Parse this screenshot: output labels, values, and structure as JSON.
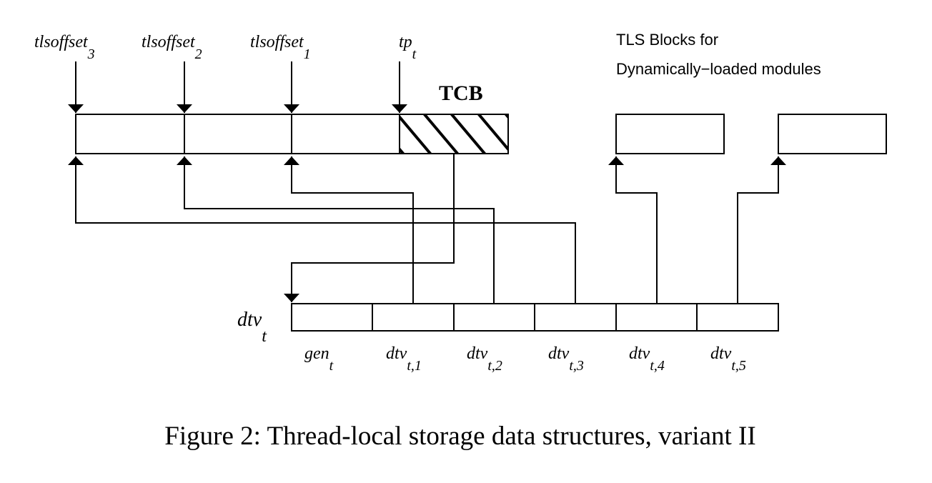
{
  "offsets": [
    {
      "base": "tlsoffset",
      "sub": "3"
    },
    {
      "base": "tlsoffset",
      "sub": "2"
    },
    {
      "base": "tlsoffset",
      "sub": "1"
    }
  ],
  "tp": {
    "base": "tp",
    "sub": "t"
  },
  "tcb_label": "TCB",
  "tls_blocks_label": {
    "line1": "TLS Blocks for",
    "line2": "Dynamically−loaded modules"
  },
  "dtv": {
    "base": "dtv",
    "sub": "t"
  },
  "dtv_entries": [
    {
      "base": "gen",
      "sub": "t"
    },
    {
      "base": "dtv",
      "sub": "t,1"
    },
    {
      "base": "dtv",
      "sub": "t,2"
    },
    {
      "base": "dtv",
      "sub": "t,3"
    },
    {
      "base": "dtv",
      "sub": "t,4"
    },
    {
      "base": "dtv",
      "sub": "t,5"
    }
  ],
  "caption": "Figure 2: Thread-local storage data structures, variant II"
}
